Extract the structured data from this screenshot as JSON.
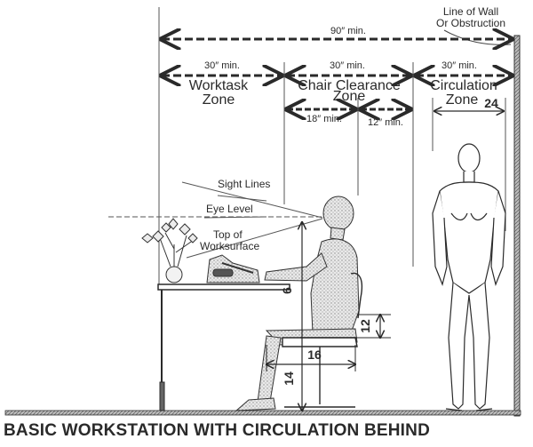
{
  "labels": {
    "wall_line": "Line of Wall",
    "wall_obstruction": "Or Obstruction",
    "total_min": "90″ min.",
    "worktask_min": "30″ min.",
    "chair_min": "30″ min.",
    "circulation_min": "30″ min.",
    "worktask_zone_1": "Worktask",
    "worktask_zone_2": "Zone",
    "chair_zone_1": "Chair Clearance",
    "chair_zone_2": "Zone",
    "circulation_zone_1": "Circulation",
    "circulation_zone_2": "Zone",
    "chair_sub1": "18″ min.",
    "chair_sub2": "12″ min.",
    "sight_lines": "Sight Lines",
    "eye_level": "Eye Level",
    "top_worksurface_1": "Top of",
    "top_worksurface_2": "Worksurface",
    "dim_24": "24",
    "dim_6": "6",
    "dim_12": "12",
    "dim_16": "16",
    "dim_14": "14"
  },
  "caption": "BASIC WORKSTATION WITH CIRCULATION BEHIND"
}
